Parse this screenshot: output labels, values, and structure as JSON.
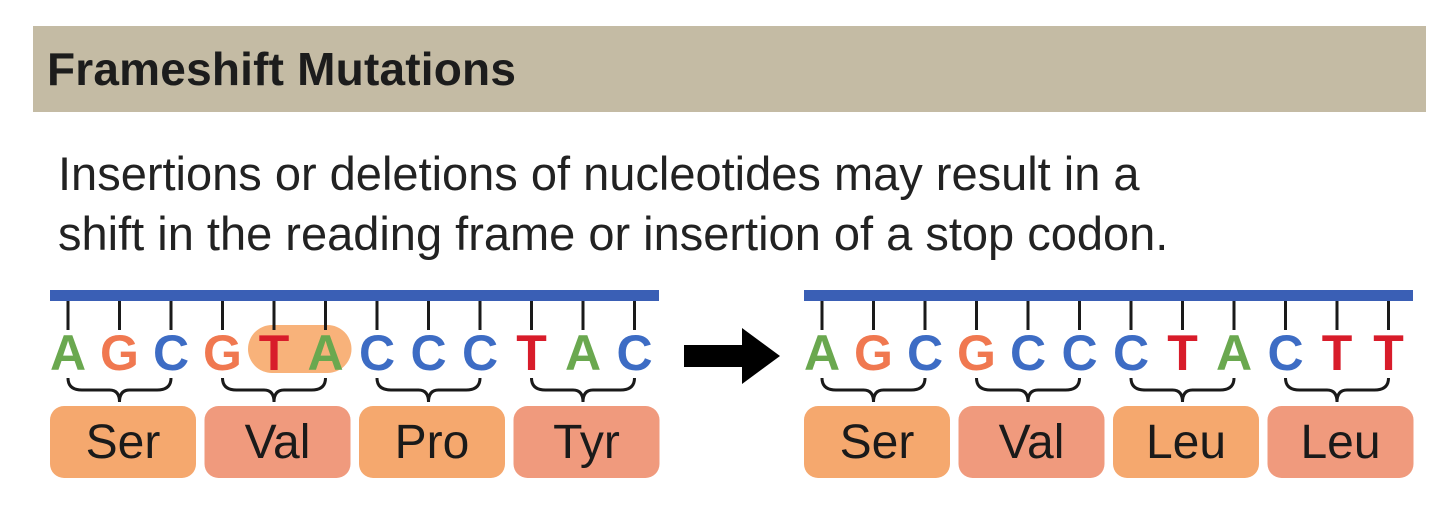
{
  "title": "Frameshift Mutations",
  "description": {
    "line1": "Insertions or deletions of nucleotides may result in a",
    "line2": "shift in the reading frame or insertion of a stop codon."
  },
  "colors": {
    "A": "#6aa84f",
    "G": "#f07850",
    "C": "#3d6cc4",
    "T": "#d81c2a",
    "strand": "#3a5fb5",
    "codon_light": "#f5a86e",
    "codon_dark": "#f09a7d",
    "highlight": "#f8b27a",
    "arrow": "#000000"
  },
  "original": {
    "bases": [
      "A",
      "G",
      "C",
      "G",
      "T",
      "A",
      "C",
      "C",
      "C",
      "T",
      "A",
      "C"
    ],
    "codons": [
      "Ser",
      "Val",
      "Pro",
      "Tyr"
    ],
    "highlighted_bases": [
      4,
      5
    ]
  },
  "mutated": {
    "bases": [
      "A",
      "G",
      "C",
      "G",
      "C",
      "C",
      "C",
      "T",
      "A",
      "C",
      "T",
      "T"
    ],
    "codons": [
      "Ser",
      "Val",
      "Leu",
      "Leu"
    ]
  },
  "arrow_icon": "right-arrow-icon"
}
